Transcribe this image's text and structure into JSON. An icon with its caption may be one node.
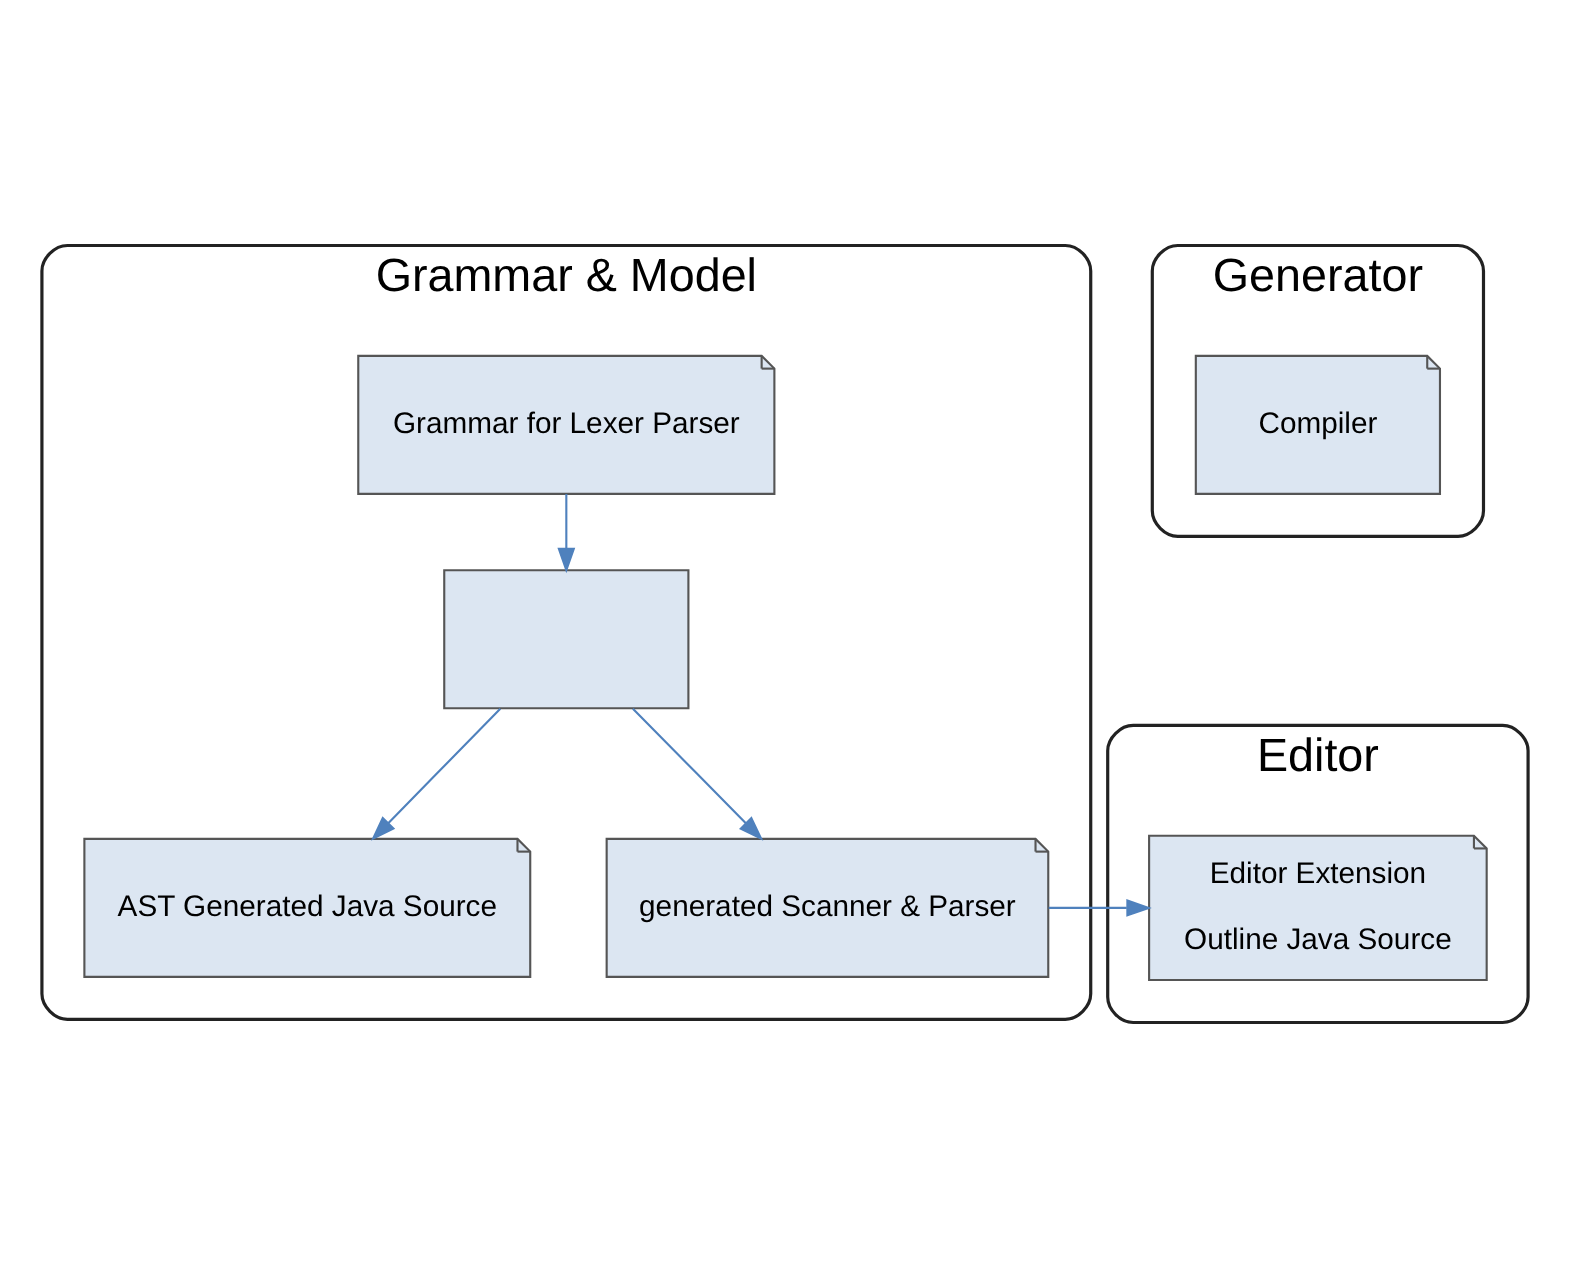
{
  "diagram": {
    "nodes": [
      {
        "text": [
          "Grammar & Model"
        ]
      },
      {
        "text": [
          "Grammar for Lexer Parser"
        ],
        "in": 0
      },
      {
        "text": [],
        "shape": "box",
        "in": 0
      },
      {
        "text": [
          "AST Generated Java Source"
        ],
        "in": 0
      },
      {
        "text": [
          "generated Scanner & Parser"
        ],
        "in": 0
      },
      {
        "text": [
          "Generator"
        ]
      },
      {
        "text": [
          "Compiler"
        ],
        "in": 5
      },
      {
        "text": [
          "Editor"
        ]
      },
      {
        "text": [
          "Editor Extension",
          "Outline Java Source"
        ],
        "in": 7
      }
    ],
    "edges": [
      {
        "from": 1,
        "to": 2,
        "arrow": "to"
      },
      {
        "from": 2,
        "to": 3,
        "arrow": "to"
      },
      {
        "from": 2,
        "to": 4,
        "arrow": "to"
      },
      {
        "from": 4,
        "to": 8,
        "arrow": "to"
      }
    ]
  }
}
